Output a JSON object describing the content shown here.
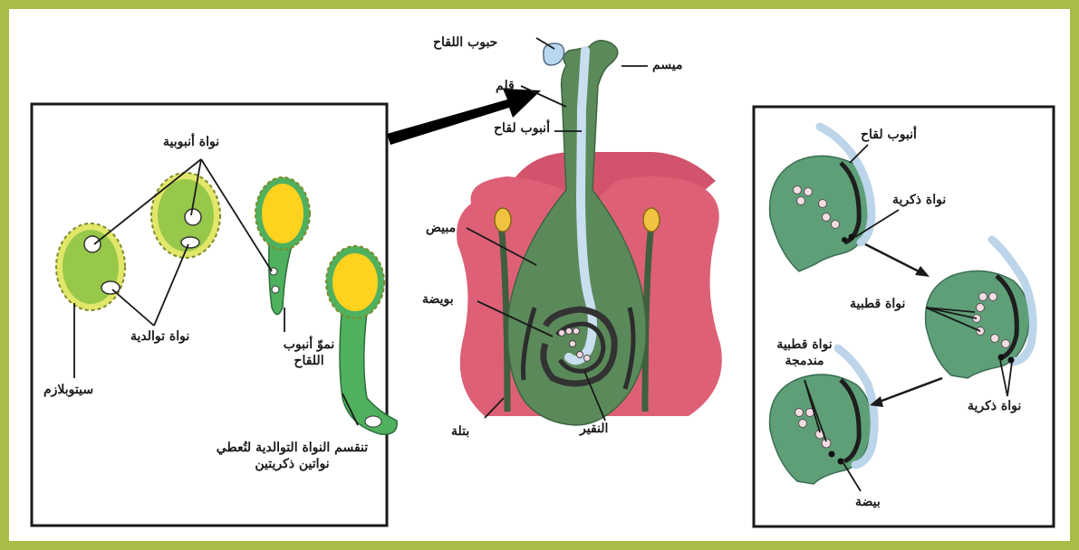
{
  "colors": {
    "frame": "#a7bd48",
    "panel_border": "#1a1a1a",
    "petal": "#dd6077",
    "pistil": "#5b8a5a",
    "tube": "#c9dff0",
    "pollen_outer": "#e2e76a",
    "pollen_inner": "#97c84a",
    "pollen_yellow": "#ffd21f",
    "ovule": "#62a076"
  },
  "labels": {
    "pollen_grains": "حبوب اللقاح",
    "stigma": "ميسم",
    "style": "قلم",
    "pollen_tube_center": "أنبوب لقاح",
    "ovary": "مبيض",
    "ovule": "بويضة",
    "micropyle": "النقير",
    "petal": "بتلة",
    "tube_nucleus": "نواة أنبوبية",
    "generative_nucleus": "نواة توالدية",
    "cytoplasm": "سيتوبلازم",
    "pollen_tube_growth": "نموّ أنبوب اللقاح",
    "generative_division": "تنقسم النواة التوالدية لتُعطي نواتين ذكريتين",
    "pollen_tube_right": "أنبوب لقاح",
    "male_nucleus_top": "نواة ذكرية",
    "polar_nucleus": "نواة قطبية",
    "male_nuclei_bottom": "نواة ذكرية",
    "fused_polar_nucleus": "نواة قطبية مندمجة",
    "egg": "بيضة"
  }
}
